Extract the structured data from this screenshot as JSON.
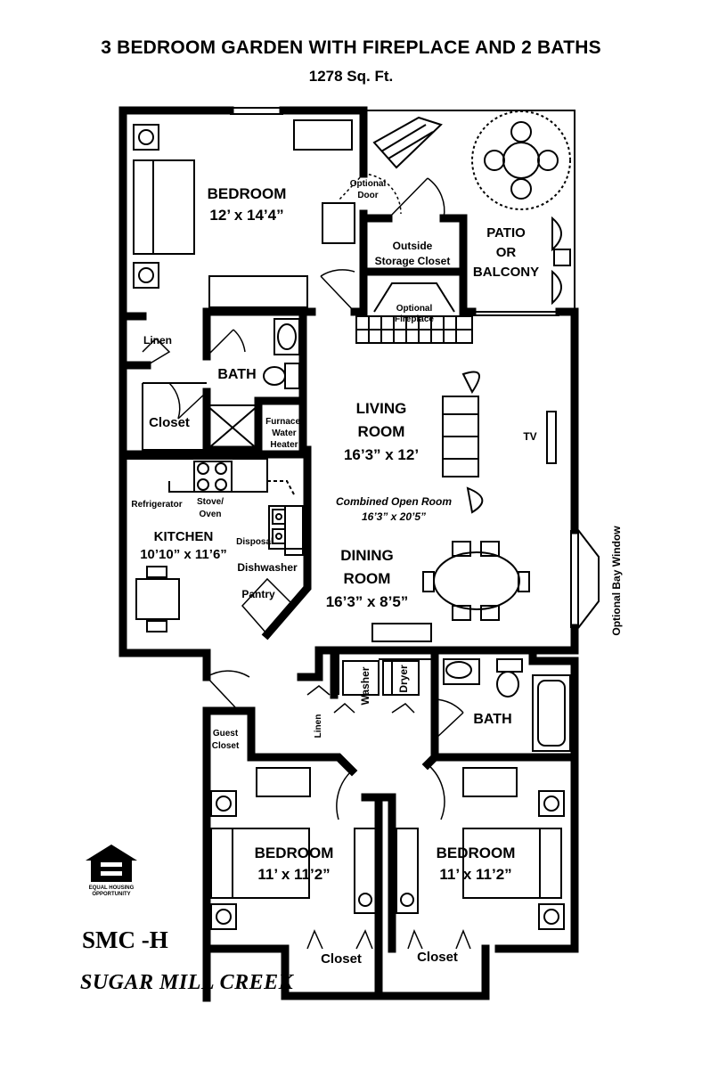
{
  "header": {
    "title": "3 BEDROOM GARDEN WITH FIREPLACE AND 2 BATHS",
    "subtitle": "1278 Sq. Ft."
  },
  "rooms": {
    "bedroom_main": {
      "name": "BEDROOM",
      "size": "12’ x 14’4”"
    },
    "living": {
      "name_line1": "LIVING",
      "name_line2": "ROOM",
      "size": "16’3” x 12’"
    },
    "combined": {
      "label": "Combined Open Room",
      "size": "16’3” x 20’5”"
    },
    "dining": {
      "name_line1": "DINING",
      "name_line2": "ROOM",
      "size": "16’3” x 8’5”"
    },
    "kitchen": {
      "name": "KITCHEN",
      "size": "10’10” x 11’6”"
    },
    "bedroom_left": {
      "name": "BEDROOM",
      "size": "11’ x 11’2”"
    },
    "bedroom_right": {
      "name": "BEDROOM",
      "size": "11’ x 11’2”"
    },
    "patio": {
      "line1": "PATIO",
      "line2": "OR",
      "line3": "BALCONY"
    },
    "bath_upper": {
      "name": "BATH"
    },
    "bath_lower": {
      "name": "BATH"
    }
  },
  "labels": {
    "optional_door_1": "Optional",
    "optional_door_2": "Door",
    "outside_storage_1": "Outside",
    "outside_storage_2": "Storage Closet",
    "optional_fireplace_1": "Optional",
    "optional_fireplace_2": "Fireplace",
    "linen_upper": "Linen",
    "closet_main": "Closet",
    "furnace_1": "Furnace/",
    "furnace_2": "Water",
    "furnace_3": "Heater",
    "tv": "TV",
    "refrigerator": "Refrigerator",
    "stove_1": "Stove/",
    "stove_2": "Oven",
    "disposal": "Disposal",
    "dishwasher": "Dishwasher",
    "pantry": "Pantry",
    "optional_bay_window": "Optional Bay Window",
    "washer": "Washer",
    "dryer": "Dryer",
    "linen_lower": "Linen",
    "guest_closet_1": "Guest",
    "guest_closet_2": "Closet",
    "closet_left": "Closet",
    "closet_right": "Closet"
  },
  "branding": {
    "equal_housing_1": "EQUAL HOUSING",
    "equal_housing_2": "OPPORTUNITY",
    "plan_code": "SMC -H",
    "brand_name": "SUGAR MILL CREEK"
  }
}
